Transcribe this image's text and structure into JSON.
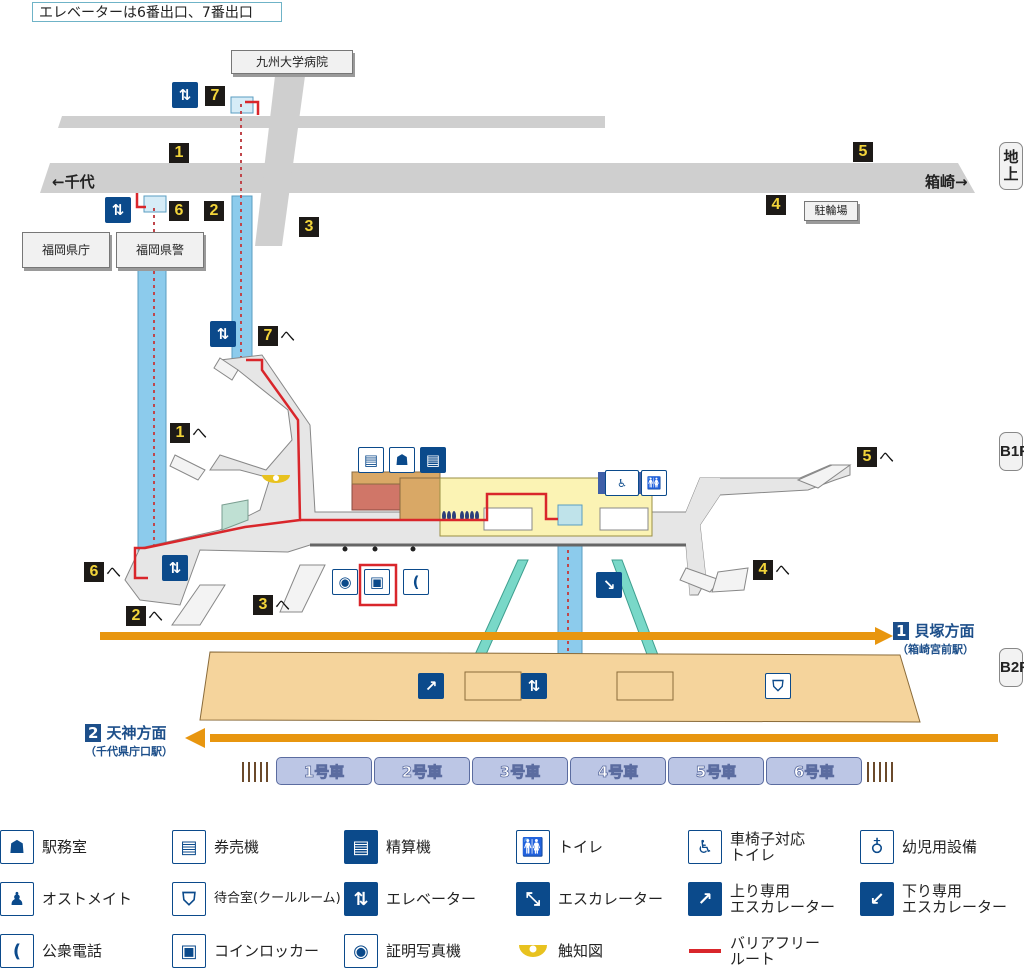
{
  "notice": "エレベーターは6番出口、7番出口",
  "ground": {
    "buildings": {
      "kyudai": "九州大学病院",
      "kencho": "福岡県庁",
      "kenkei": "福岡県警",
      "bicycle": "駐輪場"
    },
    "direction_left": "←千代",
    "direction_right": "箱崎→",
    "floor_label": "地上",
    "exits": [
      "1",
      "2",
      "3",
      "4",
      "5",
      "6",
      "7"
    ]
  },
  "b1": {
    "floor_label": "B1F",
    "exit_arrow": "へ",
    "exits": [
      "1",
      "2",
      "3",
      "4",
      "5",
      "6",
      "7"
    ]
  },
  "b2": {
    "floor_label": "B2F",
    "track1": {
      "number": "1",
      "name": "貝塚方面",
      "sub": "（箱崎宮前駅）"
    },
    "track2": {
      "number": "2",
      "name": "天神方面",
      "sub": "（千代県庁口駅）"
    },
    "cars": [
      "1号車",
      "2号車",
      "3号車",
      "4号車",
      "5号車",
      "6号車"
    ]
  },
  "colors": {
    "barrier_free_route": "#d9262b",
    "track_arrow": "#e8960f",
    "platform": "#f5d49c",
    "concourse": "#e6e6e6",
    "elevator_shaft": "#8ccbec",
    "escalator": "#79d8c8",
    "icon_blue": "#0b4a8b",
    "exit_bg": "#1d1a17",
    "exit_fg": "#f2d43a"
  },
  "legend": [
    {
      "icon": "station-office-icon",
      "label": "駅務室"
    },
    {
      "icon": "ticket-machine-icon",
      "label": "券売機"
    },
    {
      "icon": "fare-adjustment-icon",
      "label": "精算機"
    },
    {
      "icon": "toilet-icon",
      "label": "トイレ"
    },
    {
      "icon": "wheelchair-toilet-icon",
      "label": "車椅子対応\nトイレ"
    },
    {
      "icon": "baby-facility-icon",
      "label": "幼児用設備"
    },
    {
      "icon": "ostomate-icon",
      "label": "オストメイト"
    },
    {
      "icon": "waiting-room-icon",
      "label": "待合室(クールルーム)"
    },
    {
      "icon": "elevator-icon",
      "label": "エレベーター"
    },
    {
      "icon": "escalator-icon",
      "label": "エスカレーター"
    },
    {
      "icon": "up-escalator-icon",
      "label": "上り専用\nエスカレーター"
    },
    {
      "icon": "down-escalator-icon",
      "label": "下り専用\nエスカレーター"
    },
    {
      "icon": "public-phone-icon",
      "label": "公衆電話"
    },
    {
      "icon": "coin-locker-icon",
      "label": "コインロッカー"
    },
    {
      "icon": "id-photo-icon",
      "label": "証明写真機"
    },
    {
      "icon": "tactile-map-icon",
      "label": "触知図"
    },
    {
      "icon": "barrier-free-route-icon",
      "label": "バリアフリー\nルート"
    }
  ]
}
